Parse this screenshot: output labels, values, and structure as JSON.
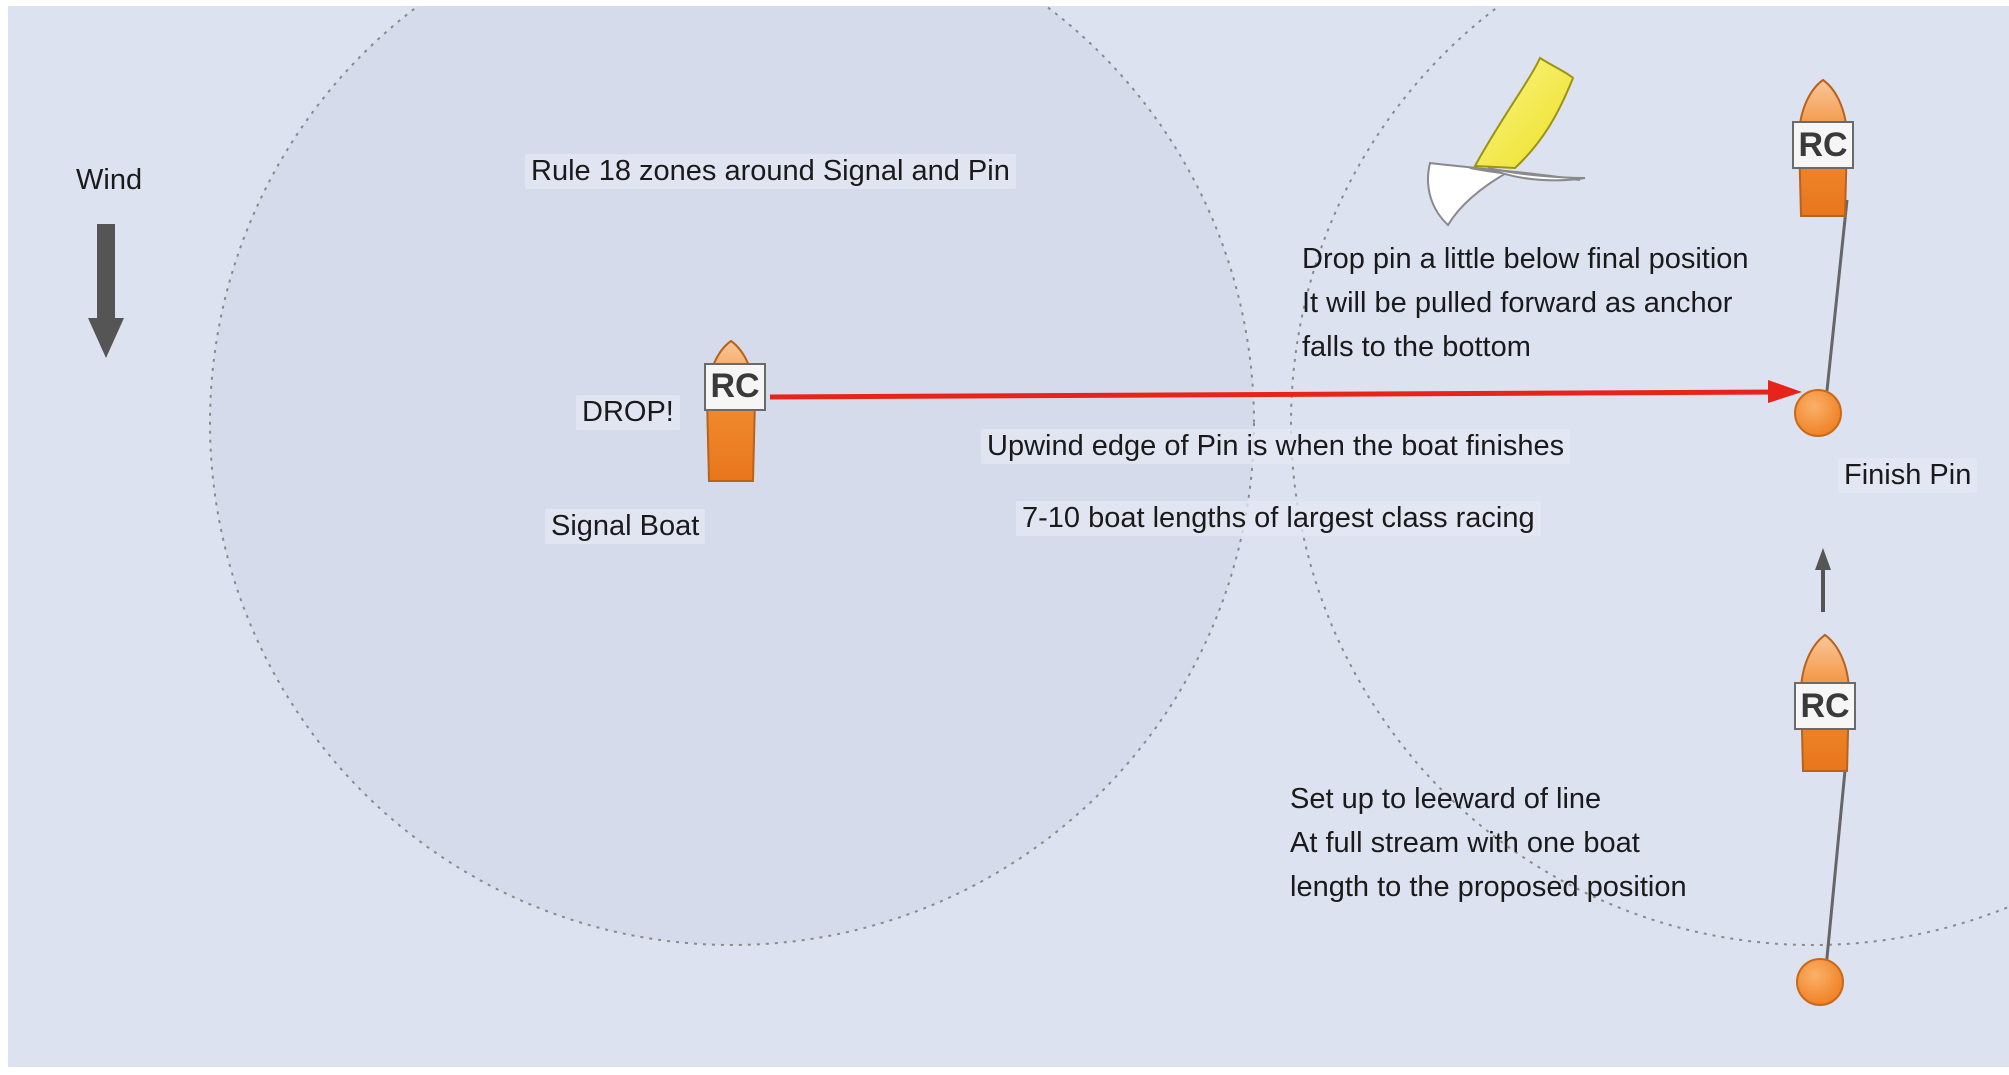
{
  "labels": {
    "wind": "Wind",
    "title": "Rule 18 zones around Signal and Pin",
    "drop": "DROP!",
    "signal_boat": "Signal Boat",
    "upwind_edge": "Upwind edge of Pin is when the boat finishes",
    "boat_lengths": "7-10 boat lengths of largest class racing",
    "finish_pin": "Finish Pin",
    "drop_note": [
      "Drop pin a little below final position",
      "It will be pulled forward as anchor",
      "falls to the bottom"
    ],
    "setup_note": [
      "Set up to leeward of line",
      "At full stream with one boat",
      "length to the proposed position"
    ],
    "rc_badge": "RC"
  },
  "colors": {
    "water": "#dde2f1",
    "boat_orange": "#f28a2e",
    "boat_light": "#f7b37a",
    "red_line": "#e8231a",
    "buoy": "#f5963a",
    "sail_yellow": "#f4ee3a",
    "arrow_gray": "#555555",
    "zone_circle": "#888888"
  },
  "icons": [
    "wind-arrow-icon",
    "rc-boat-icon",
    "sailboat-icon",
    "pin-buoy-icon",
    "move-up-arrow-icon"
  ]
}
